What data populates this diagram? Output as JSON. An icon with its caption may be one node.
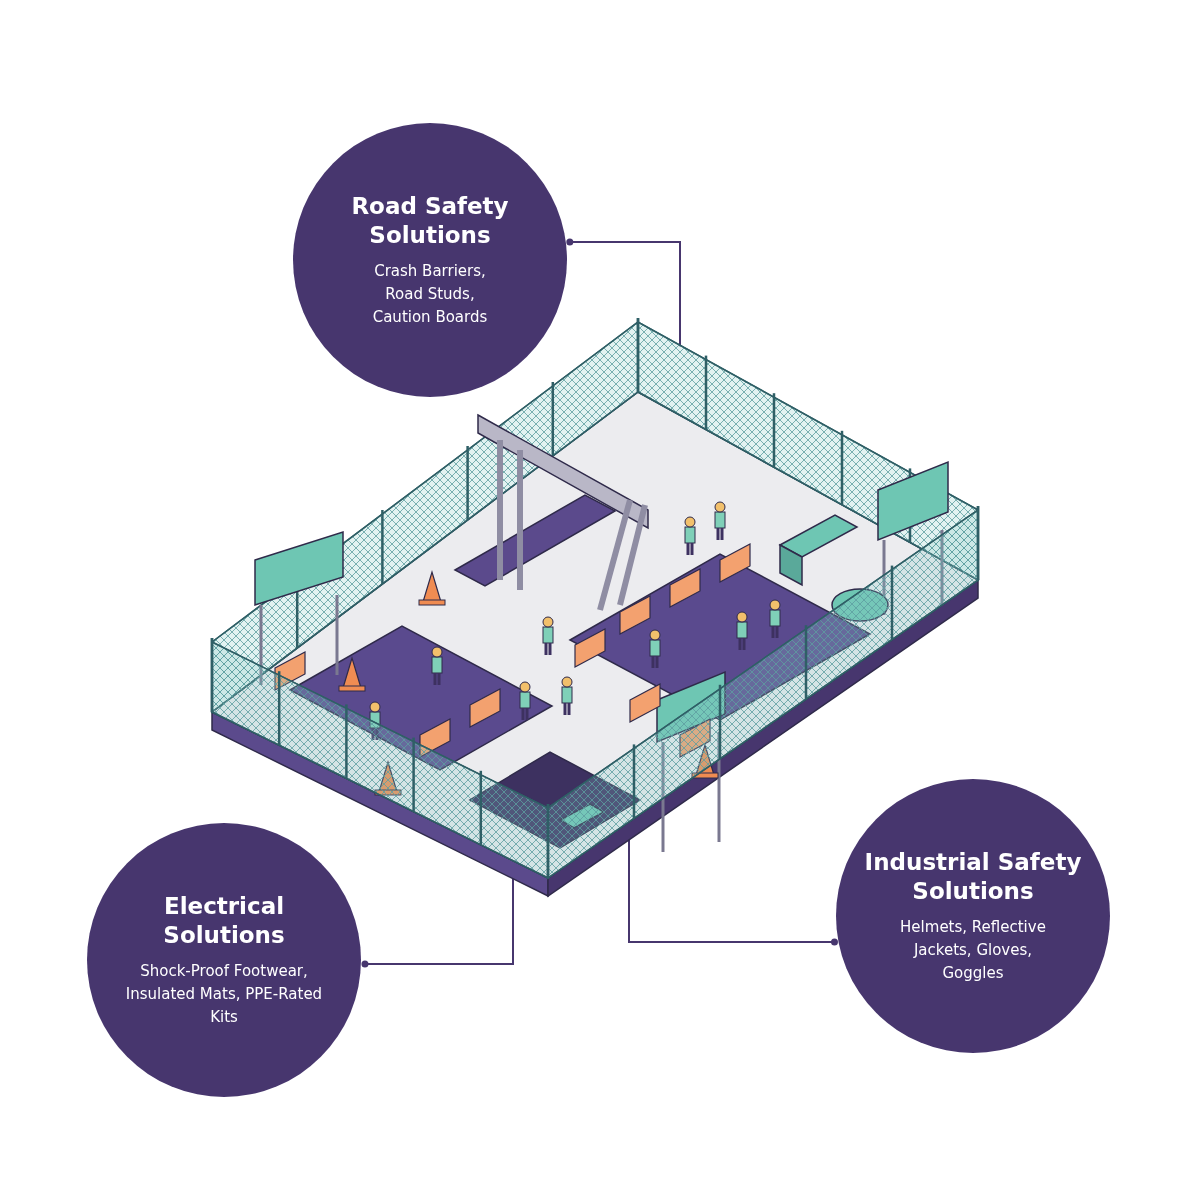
{
  "diagram": {
    "nodes": [
      {
        "text": [
          "Road Safety Solutions",
          "Crash Barriers, Road Studs, Caution Boards"
        ]
      },
      {
        "text": [],
        "shape": "picture"
      },
      {
        "text": [
          "Electrical Solutions",
          "Shock-Proof Footwear, Insulated Mats, PPE-Rated Kits"
        ]
      },
      {
        "text": [
          "Industrial Safety Solutions",
          "Helmets, Reflective Jackets, Gloves, Goggles"
        ]
      }
    ],
    "edges": [
      {
        "from": 0,
        "to": 1,
        "arrow": "other"
      },
      {
        "from": 2,
        "to": 1,
        "arrow": "other"
      },
      {
        "from": 3,
        "to": 1,
        "arrow": "other"
      }
    ]
  }
}
